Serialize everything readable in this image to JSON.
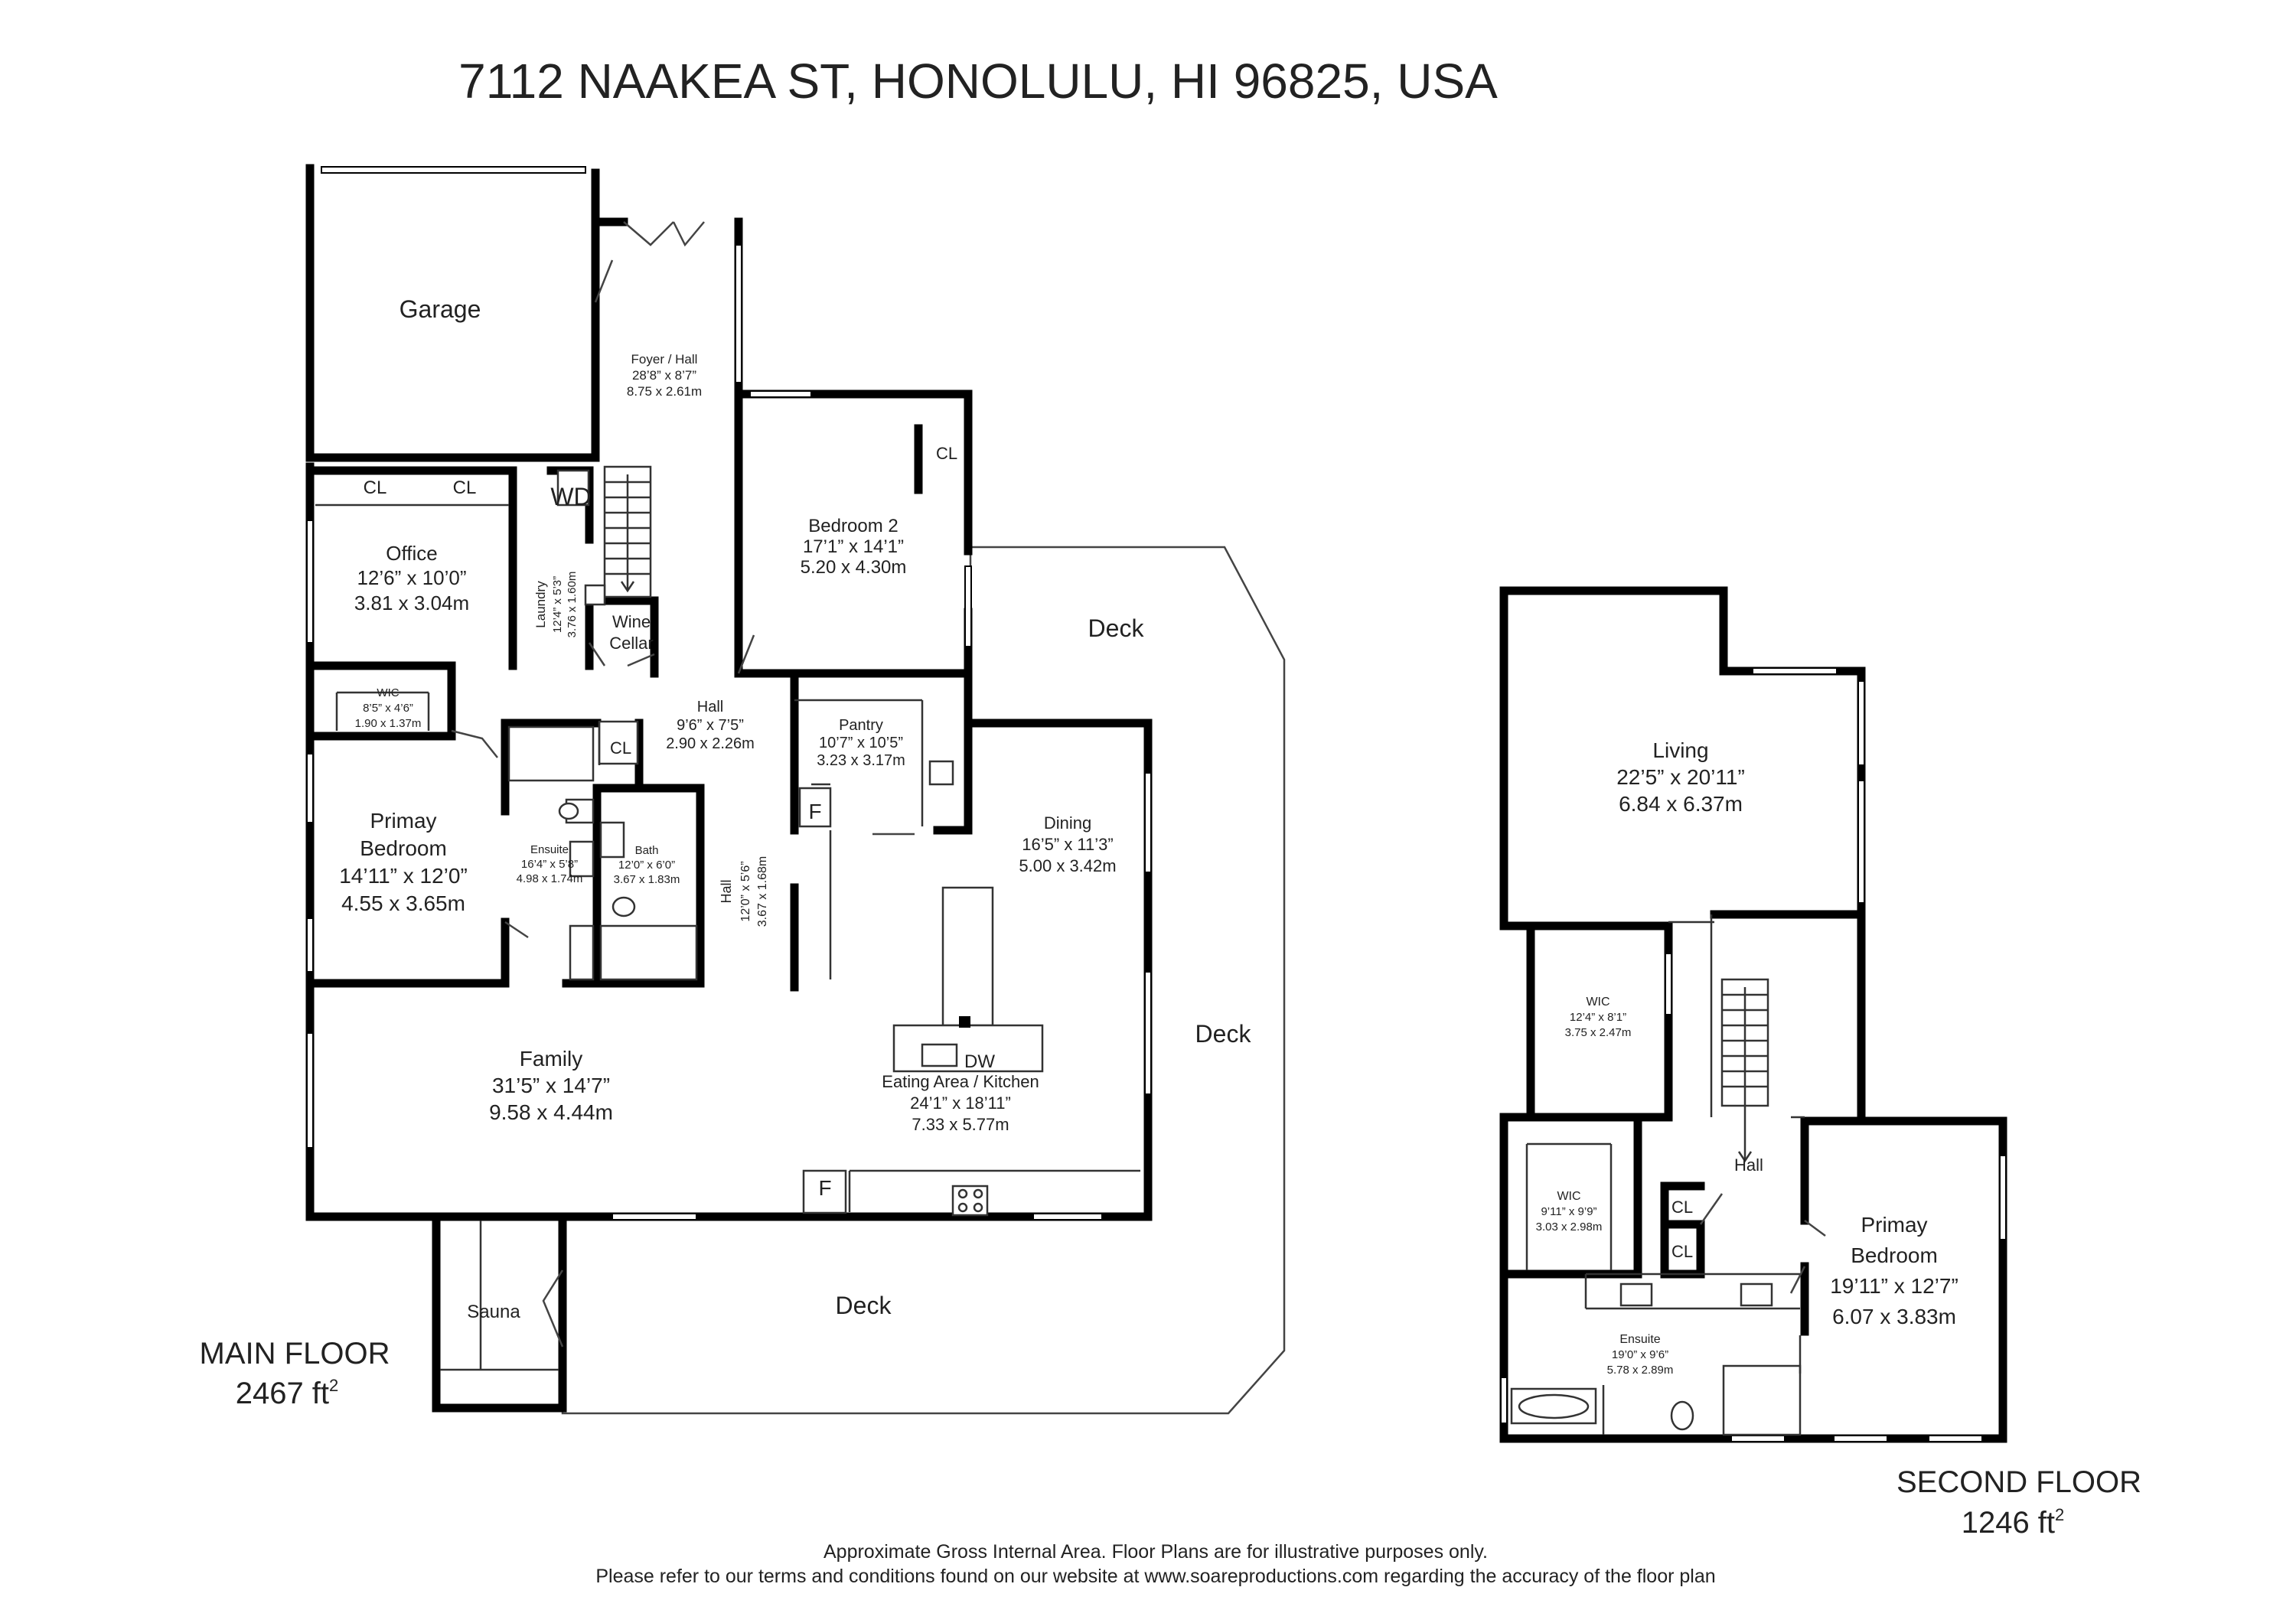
{
  "title": "7112 NAAKEA ST, HONOLULU, HI 96825, USA",
  "main_floor": {
    "label": "MAIN FLOOR",
    "area": "2467 ft",
    "area_sup": "2",
    "rooms": {
      "garage": {
        "name": "Garage"
      },
      "foyer": {
        "name": "Foyer / Hall",
        "imperial": "28’8” x 8’7”",
        "metric": "8.75 x 2.61m"
      },
      "bedroom2": {
        "name": "Bedroom 2",
        "imperial": "17’1” x 14’1”",
        "metric": "5.20 x 4.30m"
      },
      "office": {
        "name": "Office",
        "imperial": "12’6” x 10’0”",
        "metric": "3.81 x 3.04m"
      },
      "laundry": {
        "name": "Laundry",
        "imperial": "12’4” x 5’3”",
        "metric": "3.76 x 1.60m"
      },
      "wine_cellar": {
        "name1": "Wine",
        "name2": "Cellar"
      },
      "hall1": {
        "name": "Hall",
        "imperial": "9’6” x 7’5”",
        "metric": "2.90 x 2.26m"
      },
      "pantry": {
        "name": "Pantry",
        "imperial": "10’7” x 10’5”",
        "metric": "3.23 x 3.17m"
      },
      "wic": {
        "name": "WIC",
        "imperial": "8’5” x 4’6”",
        "metric": "1.90 x 1.37m"
      },
      "primary_bedroom": {
        "name1": "Primay",
        "name2": "Bedroom",
        "imperial": "14’11” x 12’0”",
        "metric": "4.55 x 3.65m"
      },
      "ensuite": {
        "name": "Ensuite",
        "imperial": "16’4” x 5’8”",
        "metric": "4.98 x 1.74m"
      },
      "bath": {
        "name": "Bath",
        "imperial": "12’0” x 6’0”",
        "metric": "3.67 x 1.83m"
      },
      "hall2": {
        "name": "Hall",
        "imperial": "12’0” x 5’6”",
        "metric": "3.67 x 1.68m"
      },
      "dining": {
        "name": "Dining",
        "imperial": "16’5” x 11’3”",
        "metric": "5.00 x 3.42m"
      },
      "family": {
        "name": "Family",
        "imperial": "31’5” x 14’7”",
        "metric": "9.58 x 4.44m"
      },
      "kitchen": {
        "name": "Eating Area / Kitchen",
        "imperial": "24’1” x 18’11”",
        "metric": "7.33 x 5.77m"
      },
      "sauna": {
        "name": "Sauna"
      },
      "deck_east": {
        "name": "Deck"
      },
      "deck_right": {
        "name": "Deck"
      },
      "deck_south": {
        "name": "Deck"
      }
    },
    "labels": {
      "cl": "CL",
      "wd": "WD",
      "f": "F",
      "dw": "DW"
    }
  },
  "second_floor": {
    "label": "SECOND FLOOR",
    "area": "1246 ft",
    "area_sup": "2",
    "rooms": {
      "living": {
        "name": "Living",
        "imperial": "22’5” x 20’11”",
        "metric": "6.84 x 6.37m"
      },
      "wic1": {
        "name": "WIC",
        "imperial": "12’4” x 8’1”",
        "metric": "3.75 x 2.47m"
      },
      "hall": {
        "name": "Hall"
      },
      "wic2": {
        "name": "WIC",
        "imperial": "9’11” x 9’9”",
        "metric": "3.03 x 2.98m"
      },
      "primary_bedroom": {
        "name1": "Primay",
        "name2": "Bedroom",
        "imperial": "19’11” x 12’7”",
        "metric": "6.07 x 3.83m"
      },
      "ensuite": {
        "name": "Ensuite",
        "imperial": "19’0” x 9’6”",
        "metric": "5.78 x 2.89m"
      }
    },
    "labels": {
      "cl": "CL"
    }
  },
  "footer": {
    "line1": "Approximate Gross Internal Area. Floor Plans are for illustrative purposes only.",
    "line2": "Please refer to our terms and conditions found on our website at www.soareproductions.com regarding the accuracy of the floor plan"
  }
}
